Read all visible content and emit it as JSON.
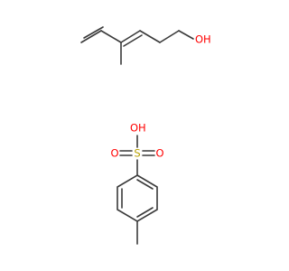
{
  "molecule_1": {
    "atoms": {
      "hydroxyl": "OH"
    },
    "colors": {
      "bond": "#3a3a3a",
      "oxygen": "#ff0000"
    }
  },
  "molecule_2": {
    "atoms": {
      "hydroxyl": "OH",
      "sulfur": "S",
      "oxygen_left": "O",
      "oxygen_right": "O"
    },
    "colors": {
      "bond": "#3a3a3a",
      "oxygen": "#ff0000",
      "sulfur": "#b8a000"
    }
  }
}
